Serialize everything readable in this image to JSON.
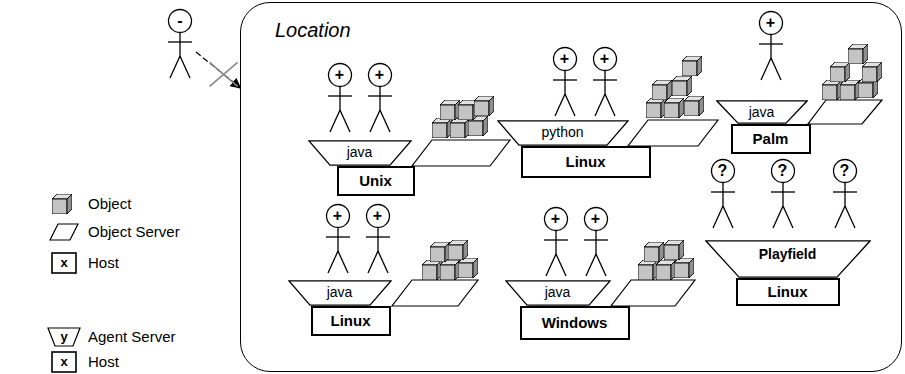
{
  "diagram": {
    "nodes": [
      {
        "text": [
          "-"
        ]
      },
      {
        "text": [
          "Location"
        ]
      },
      {
        "text": [
          "+"
        ],
        "in": 1
      },
      {
        "text": [
          "+"
        ],
        "in": 1
      },
      {
        "text": [
          "java"
        ],
        "in": 1
      },
      {
        "text": [
          "Unix"
        ],
        "in": 1
      },
      {
        "text": [
          "+"
        ],
        "in": 1
      },
      {
        "text": [
          "+"
        ],
        "in": 1
      },
      {
        "text": [
          "python"
        ],
        "in": 1
      },
      {
        "text": [
          "Linux"
        ],
        "in": 1
      },
      {
        "text": [
          "+"
        ],
        "in": 1
      },
      {
        "text": [
          "java"
        ],
        "in": 1
      },
      {
        "text": [
          "Palm"
        ],
        "in": 1
      },
      {
        "text": [
          "+"
        ],
        "in": 1
      },
      {
        "text": [
          "+"
        ],
        "in": 1
      },
      {
        "text": [
          "java"
        ],
        "in": 1
      },
      {
        "text": [
          "Linux"
        ],
        "in": 1
      },
      {
        "text": [
          "+"
        ],
        "in": 1
      },
      {
        "text": [
          "+"
        ],
        "in": 1
      },
      {
        "text": [
          "java"
        ],
        "in": 1
      },
      {
        "text": [
          "Windows"
        ],
        "in": 1
      },
      {
        "text": [
          "?"
        ],
        "in": 1
      },
      {
        "text": [
          "?"
        ],
        "in": 1
      },
      {
        "text": [
          "?"
        ],
        "in": 1
      },
      {
        "text": [
          "Playfield"
        ],
        "in": 1
      },
      {
        "text": [
          "Linux"
        ],
        "in": 1
      }
    ],
    "edges": [
      {
        "from": 0,
        "to": 1,
        "arrow": "to"
      }
    ],
    "labels": [
      "x",
      "y",
      "x"
    ],
    "legend": [
      {
        "text": "Object"
      },
      {
        "text": "Object Server"
      },
      {
        "text": "Host"
      },
      {
        "text": "Agent Server"
      },
      {
        "text": "Host"
      }
    ]
  }
}
